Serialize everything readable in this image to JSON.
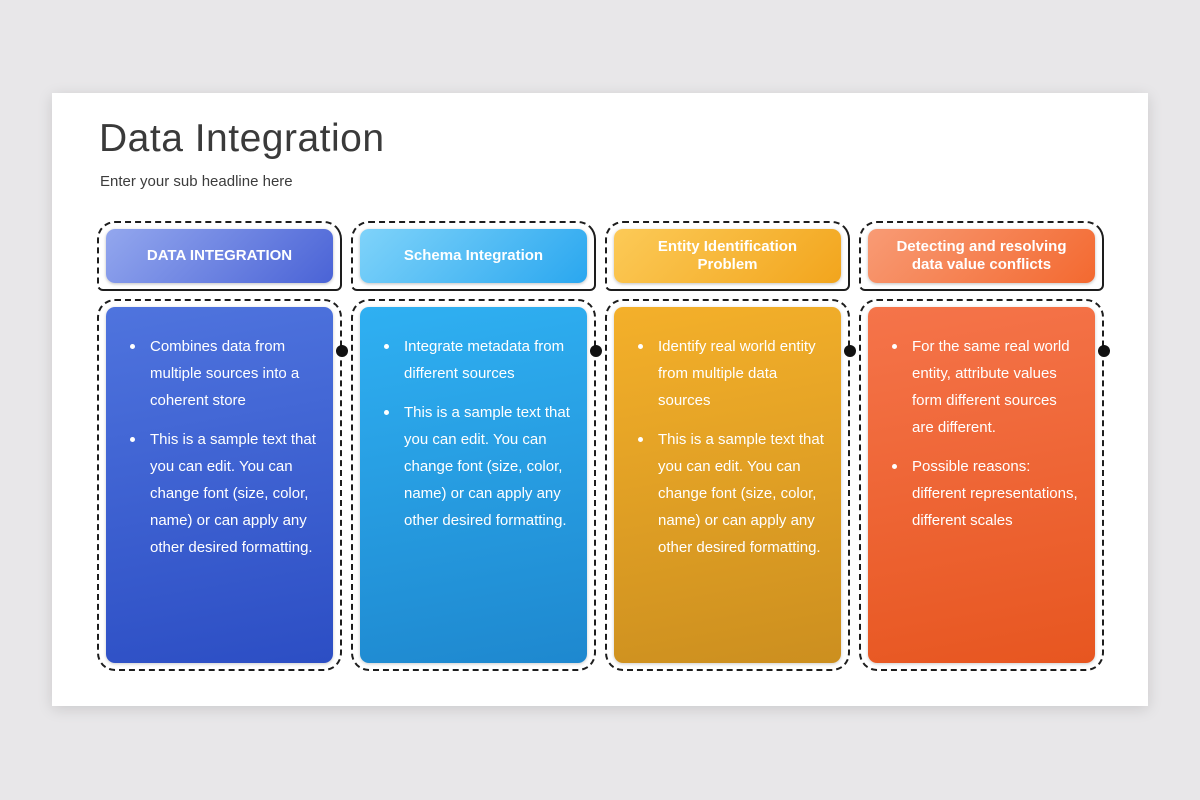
{
  "page": {
    "background": "#e8e7e9"
  },
  "slide": {
    "title": "Data Integration",
    "subtitle": "Enter your sub headline here"
  },
  "colors": {
    "dash_border": "#1d1d1d",
    "connector_dot": "#111111",
    "card_text": "#ffffff",
    "title_text": "#3a3a3a"
  },
  "columns": [
    {
      "id": "data-integration",
      "title": "DATA INTEGRATION",
      "header_gradient": [
        "#93a7ee",
        "#4a63d6"
      ],
      "body_gradient": [
        "#4f74de",
        "#2c4ec4"
      ],
      "bullets": [
        "Combines data from multiple sources into a coherent store",
        "This is a sample text that you can edit. You can change font (size, color, name) or can apply any other desired formatting."
      ]
    },
    {
      "id": "schema-integration",
      "title": "Schema Integration",
      "header_gradient": [
        "#7fd3fa",
        "#2aa7ef"
      ],
      "body_gradient": [
        "#2fb0f2",
        "#1e88cf"
      ],
      "bullets": [
        "Integrate metadata from different sources",
        "This is a sample text that you can edit. You can change font (size, color, name) or can apply any other desired formatting."
      ]
    },
    {
      "id": "entity-identification-problem",
      "title": "Entity Identification Problem",
      "header_gradient": [
        "#fcca57",
        "#f2a51d"
      ],
      "body_gradient": [
        "#f4b02a",
        "#cc8f1f"
      ],
      "bullets": [
        "Identify real world entity from multiple data sources",
        "This is a sample text that you can edit. You can change font (size, color, name) or can apply any other desired formatting."
      ]
    },
    {
      "id": "detecting-resolving-value-conflicts",
      "title": "Detecting and resolving data value conflicts",
      "header_gradient": [
        "#f89b75",
        "#f36930"
      ],
      "body_gradient": [
        "#f5744a",
        "#e75620"
      ],
      "bullets": [
        "For the same real world entity, attribute values form different sources are different.",
        "Possible reasons: different representations, different scales"
      ]
    }
  ]
}
